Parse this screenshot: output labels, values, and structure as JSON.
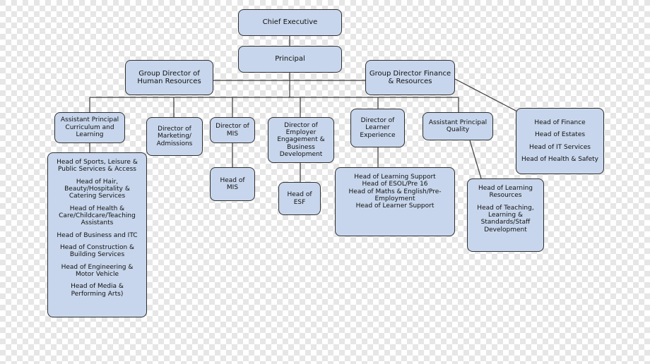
{
  "colors": {
    "box_fill": "#c7d6ec",
    "box_border": "#2f2f2f",
    "connector": "#3a3a3a",
    "checker_light": "#ffffff",
    "checker_dark": "#e6e6e6"
  },
  "org": {
    "chief_executive": "Chief Executive",
    "principal": "Principal",
    "group_director_hr": "Group Director of\nHuman Resources",
    "group_director_finance": "Group Director Finance\n& Resources",
    "ap_curriculum": "Assistant Principal\nCurriculum and\nLearning",
    "director_marketing": "Director of\nMarketing/\nAdmissions",
    "director_mis": "Director of\nMIS",
    "director_employer": "Director of\nEmployer\nEngagement &\nBusiness\nDevelopment",
    "director_learner_experience": "Director of\nLearner\nExperience",
    "ap_quality": "Assistant Principal\nQuality",
    "finance_heads": [
      "Head of Finance",
      "Head of Estates",
      "Head of IT Services",
      "Head of Health & Safety"
    ],
    "curriculum_heads": [
      "Head of Sports, Leisure &\nPublic Services & Access",
      "Head of Hair,\nBeauty/Hospitality &\nCatering Services",
      "Head of Health &\nCare/Childcare/Teaching\nAssistants",
      "Head of Business and ITC",
      "Head of Construction &\nBuilding Services",
      "Head of Engineering &\nMotor Vehicle",
      "Head of Media &\nPerforming Arts)"
    ],
    "head_of_mis": "Head of\nMIS",
    "head_of_esf": "Head of\nESF",
    "learner_support_heads": [
      "Head of Learning Support",
      "Head of ESOL/Pre 16",
      "Head of Maths & English/Pre-\nEmployment",
      "Head of Learner Support"
    ],
    "quality_heads": [
      "Head of Learning\nResources",
      "Head of Teaching,\nLearning &\nStandards/Staff\nDevelopment"
    ]
  }
}
